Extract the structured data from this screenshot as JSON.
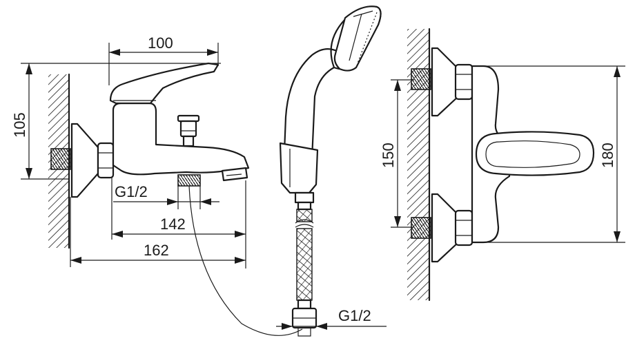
{
  "dimensions": {
    "spout_width": "100",
    "height": "105",
    "inlet_thread": "G1/2",
    "spout_length": "142",
    "total_length": "162",
    "hose_thread": "G1/2",
    "center_distance": "150",
    "body_height": "180"
  },
  "colors": {
    "line": "#1a1a1a",
    "background": "#ffffff"
  }
}
